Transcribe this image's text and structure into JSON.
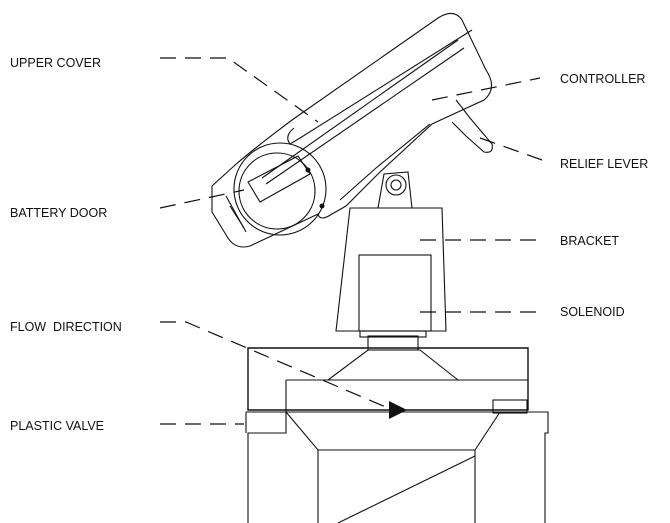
{
  "labels": {
    "upper_cover": "UPPER COVER",
    "controller": "CONTROLLER",
    "relief_lever": "RELIEF LEVER",
    "battery_door": "BATTERY DOOR",
    "bracket": "BRACKET",
    "solenoid": "SOLENOID",
    "flow_direction": "FLOW  DIRECTION",
    "plastic_valve": "PLASTIC VALVE"
  },
  "colors": {
    "ink": "#111111",
    "background": "#ffffff"
  }
}
